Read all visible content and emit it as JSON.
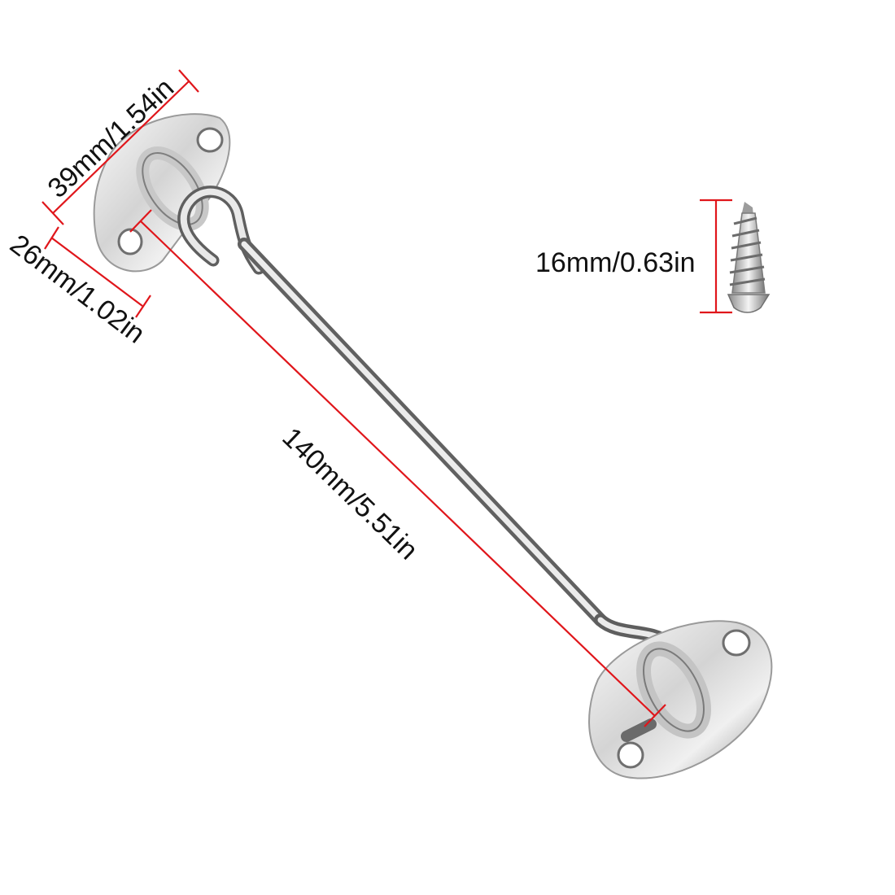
{
  "dimensions": {
    "plate_width": "39mm/1.54in",
    "plate_height": "26mm/1.02in",
    "hook_length": "140mm/5.51in",
    "screw_length": "16mm/0.63in"
  },
  "colors": {
    "dimension_line": "#e0161b",
    "metal_light": "#f2f2f2",
    "metal_dark": "#7a7a7a",
    "background": "#ffffff"
  }
}
